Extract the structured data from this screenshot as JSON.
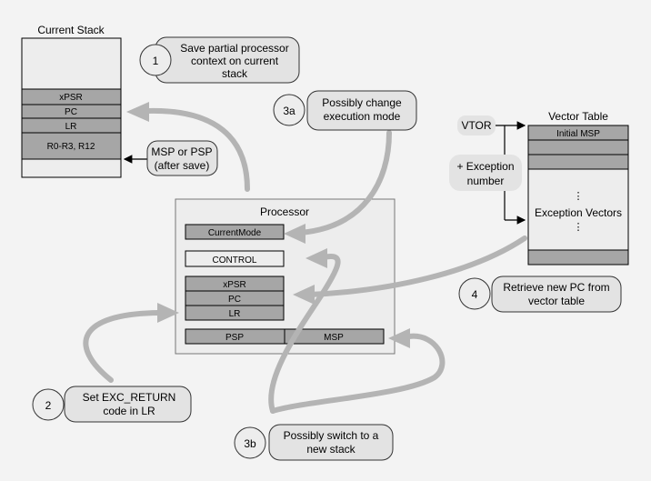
{
  "stack": {
    "title": "Current Stack",
    "rows": [
      "xPSR",
      "PC",
      "LR",
      "R0-R3, R12"
    ],
    "pointer_line1": "MSP or PSP",
    "pointer_line2": "(after save)"
  },
  "processor": {
    "title": "Processor",
    "current_mode": "CurrentMode",
    "control": "CONTROL",
    "regs": [
      "xPSR",
      "PC",
      "LR"
    ],
    "psp": "PSP",
    "msp": "MSP"
  },
  "vector_table": {
    "title": "Vector Table",
    "initial_msp": "Initial MSP",
    "dots_top": "⋮",
    "exception_vectors": "Exception Vectors",
    "dots_bottom": "⋮",
    "vtor": "VTOR",
    "exception_number_line1": "+ Exception",
    "exception_number_line2": "number"
  },
  "steps": [
    {
      "num": "1",
      "lines": [
        "Save partial processor",
        "context on current",
        "stack"
      ]
    },
    {
      "num": "2",
      "lines": [
        "Set EXC_RETURN",
        "code in LR"
      ]
    },
    {
      "num": "3a",
      "lines": [
        "Possibly change",
        "execution mode"
      ]
    },
    {
      "num": "3b",
      "lines": [
        "Possibly switch to a",
        "new stack"
      ]
    },
    {
      "num": "4",
      "lines": [
        "Retrieve new PC from",
        "vector table"
      ]
    }
  ],
  "colors": {
    "background": "#f3f3f3",
    "box_fill": "#ededed",
    "register_fill": "#a6a6a6",
    "callout_fill": "#e3e3e3",
    "flow_arrow": "#b4b4b4"
  }
}
